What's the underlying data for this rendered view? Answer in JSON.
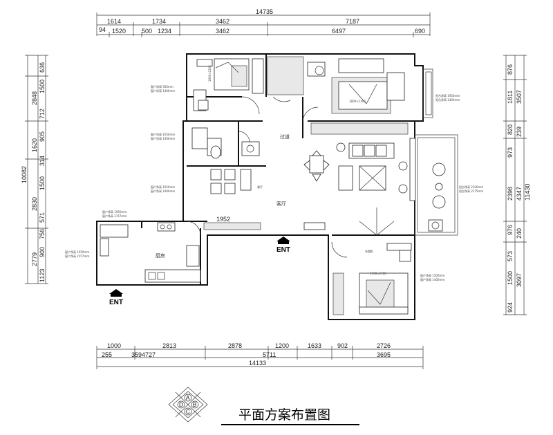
{
  "title": "平面方案布置图",
  "entrance_label": "ENT",
  "compass": {
    "a": "A",
    "b": "B",
    "c": "C",
    "d": "D"
  },
  "top_dims": {
    "overall": "14735",
    "row2": [
      "1614",
      "1734",
      "3462",
      "7187"
    ],
    "row3": [
      "94",
      "1520",
      "500",
      "1234",
      "3462",
      "6497",
      "690"
    ]
  },
  "bottom_dims": {
    "row1": [
      "1000",
      "2813",
      "2878",
      "1200",
      "1633",
      "902",
      "2726"
    ],
    "row2": [
      "255",
      "359",
      "4727",
      "5711",
      "3695"
    ],
    "overall": "14133"
  },
  "left_dims": {
    "segments": [
      "636",
      "2848",
      "1500",
      "712",
      "1620",
      "905",
      "314",
      "1500",
      "2830",
      "571",
      "756",
      "900",
      "2779",
      "1123"
    ],
    "overall": "10082"
  },
  "right_dims": {
    "segments": [
      "876",
      "1811",
      "3507",
      "820",
      "239",
      "973",
      "2398",
      "4347",
      "11430",
      "976",
      "240",
      "573",
      "1500",
      "3097",
      "924"
    ]
  },
  "rooms": {
    "bed_nw_size": "1800×2100",
    "bed_ne_size": "1800×2100",
    "bed_se_size": "1500×2100",
    "dim_1952": "1952"
  }
}
